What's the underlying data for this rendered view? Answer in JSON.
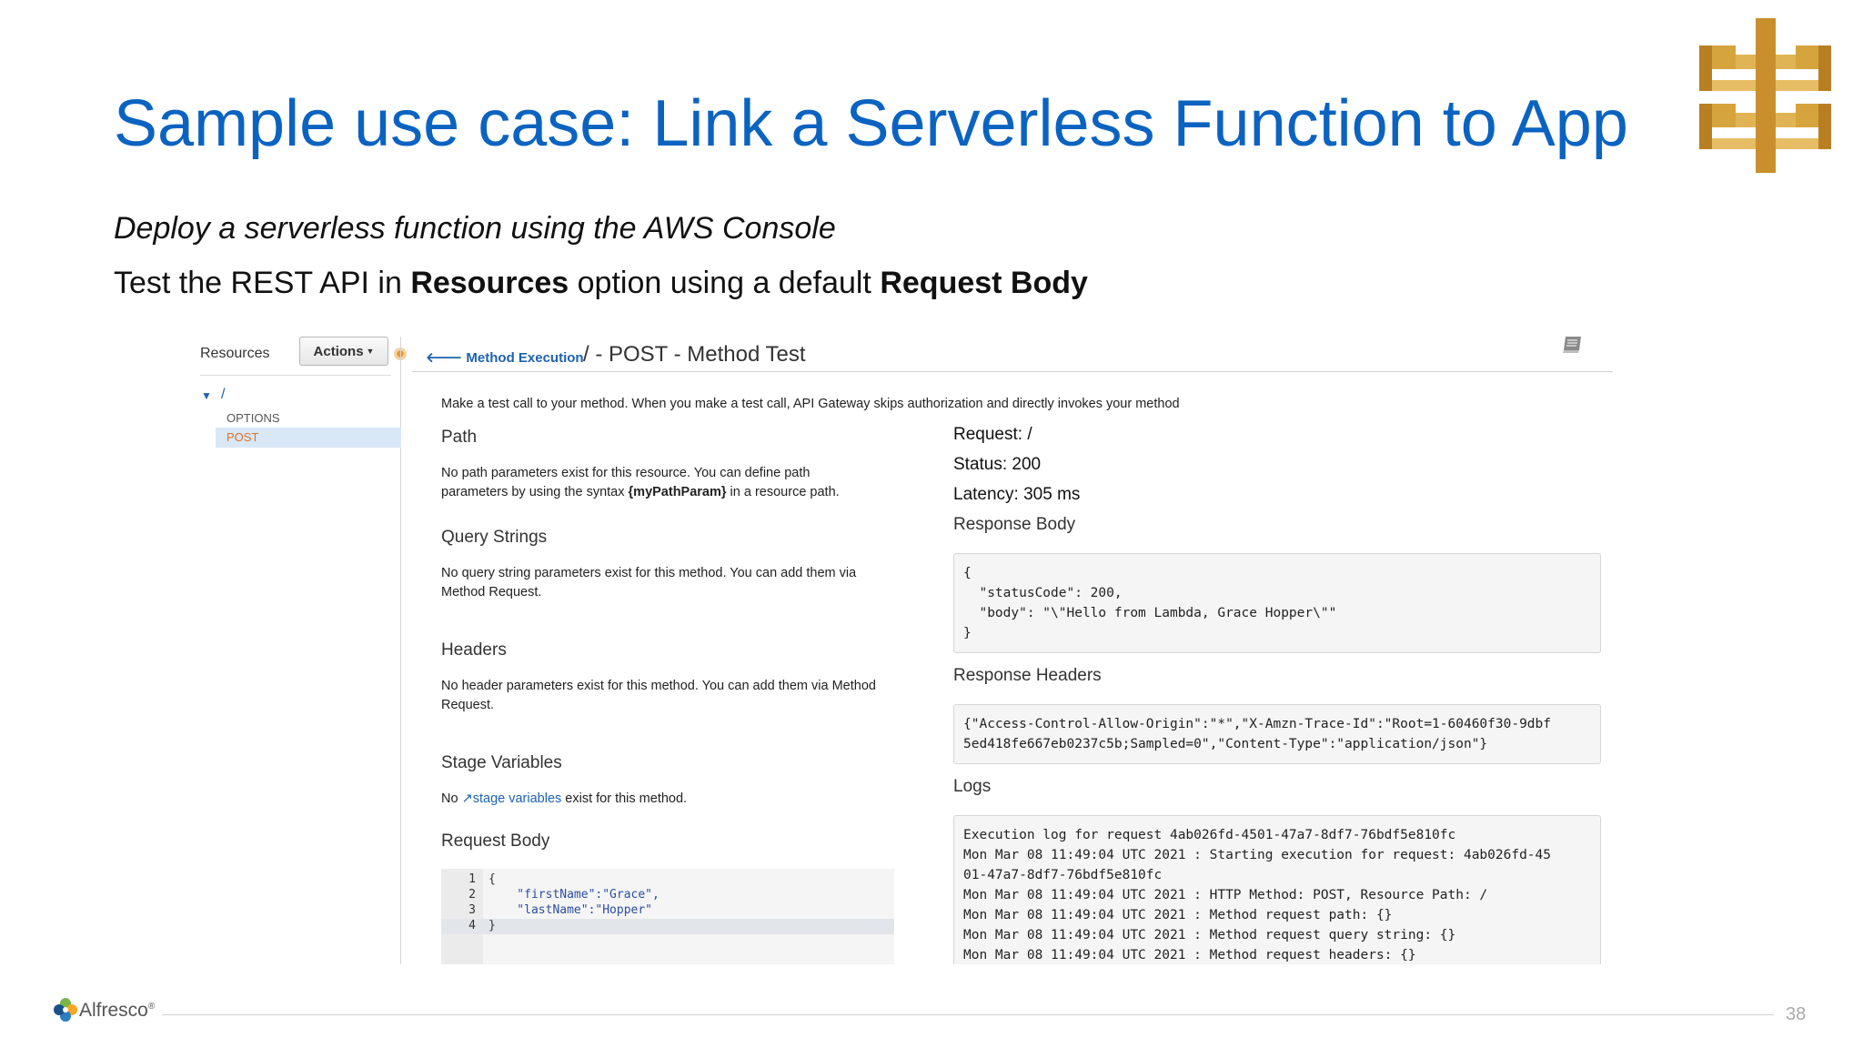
{
  "slide": {
    "title": "Sample use case: Link a Serverless Function to App",
    "subtitle": "Deploy a serverless function using the AWS Console",
    "instruction": {
      "part1": "Test the REST API in ",
      "bold1": "Resources",
      "part2": " option using a default ",
      "bold2": "Request Body"
    },
    "page_number": "38",
    "footer_brand": "Alfresco",
    "footer_brand_mark": "®"
  },
  "console": {
    "sidebar": {
      "title": "Resources",
      "actions_label": "Actions",
      "tree": {
        "root": "/",
        "children": [
          "OPTIONS",
          "POST"
        ],
        "selected": "POST"
      }
    },
    "header": {
      "back_link": "Method Execution",
      "title": "/ - POST - Method Test"
    },
    "intro": "Make a test call to your method. When you make a test call, API Gateway skips authorization and directly invokes your method",
    "sections": {
      "path": {
        "heading": "Path",
        "text_before": "No path parameters exist for this resource. You can define path parameters by using the syntax ",
        "text_bold": "{myPathParam}",
        "text_after": " in a resource path."
      },
      "query": {
        "heading": "Query Strings",
        "text": "No query string parameters exist for this method. You can add them via Method Request."
      },
      "headers": {
        "heading": "Headers",
        "text": "No header parameters exist for this method. You can add them via Method Request."
      },
      "stage": {
        "heading": "Stage Variables",
        "text_before": "No ",
        "link": "stage variables",
        "text_after": " exist for this method."
      },
      "request_body": {
        "heading": "Request Body",
        "lines": [
          {
            "num": "1",
            "text": "{"
          },
          {
            "num": "2",
            "text": "    \"firstName\":\"Grace\","
          },
          {
            "num": "3",
            "text": "    \"lastName\":\"Hopper\""
          },
          {
            "num": "4",
            "text": "}"
          }
        ]
      }
    },
    "result": {
      "request": "Request: /",
      "status": "Status: 200",
      "latency": "Latency: 305 ms",
      "response_body_heading": "Response Body",
      "response_body_lines": [
        "{",
        "  \"statusCode\": 200,",
        "  \"body\": \"\\\"Hello from Lambda, Grace Hopper\\\"\"",
        "}"
      ],
      "response_headers_heading": "Response Headers",
      "response_headers_lines": [
        "{\"Access-Control-Allow-Origin\":\"*\",\"X-Amzn-Trace-Id\":\"Root=1-60460f30-9dbf",
        "5ed418fe667eb0237c5b;Sampled=0\",\"Content-Type\":\"application/json\"}"
      ],
      "logs_heading": "Logs",
      "logs_lines": [
        "Execution log for request 4ab026fd-4501-47a7-8df7-76bdf5e810fc",
        "Mon Mar 08 11:49:04 UTC 2021 : Starting execution for request: 4ab026fd-45",
        "01-47a7-8df7-76bdf5e810fc",
        "Mon Mar 08 11:49:04 UTC 2021 : HTTP Method: POST, Resource Path: /",
        "Mon Mar 08 11:49:04 UTC 2021 : Method request path: {}",
        "Mon Mar 08 11:49:04 UTC 2021 : Method request query string: {}",
        "Mon Mar 08 11:49:04 UTC 2021 : Method request headers: {}"
      ]
    }
  },
  "colors": {
    "title": "#0b63c1",
    "link": "#1d62b0",
    "aws_gold": "#d6a43d",
    "selected_item": "#e0702a"
  },
  "icons": [
    "aws-api-gateway-logo",
    "caret-down-icon",
    "tree-toggle-icon",
    "back-arrow-icon",
    "book-icon",
    "external-link-icon",
    "alfresco-logo"
  ]
}
